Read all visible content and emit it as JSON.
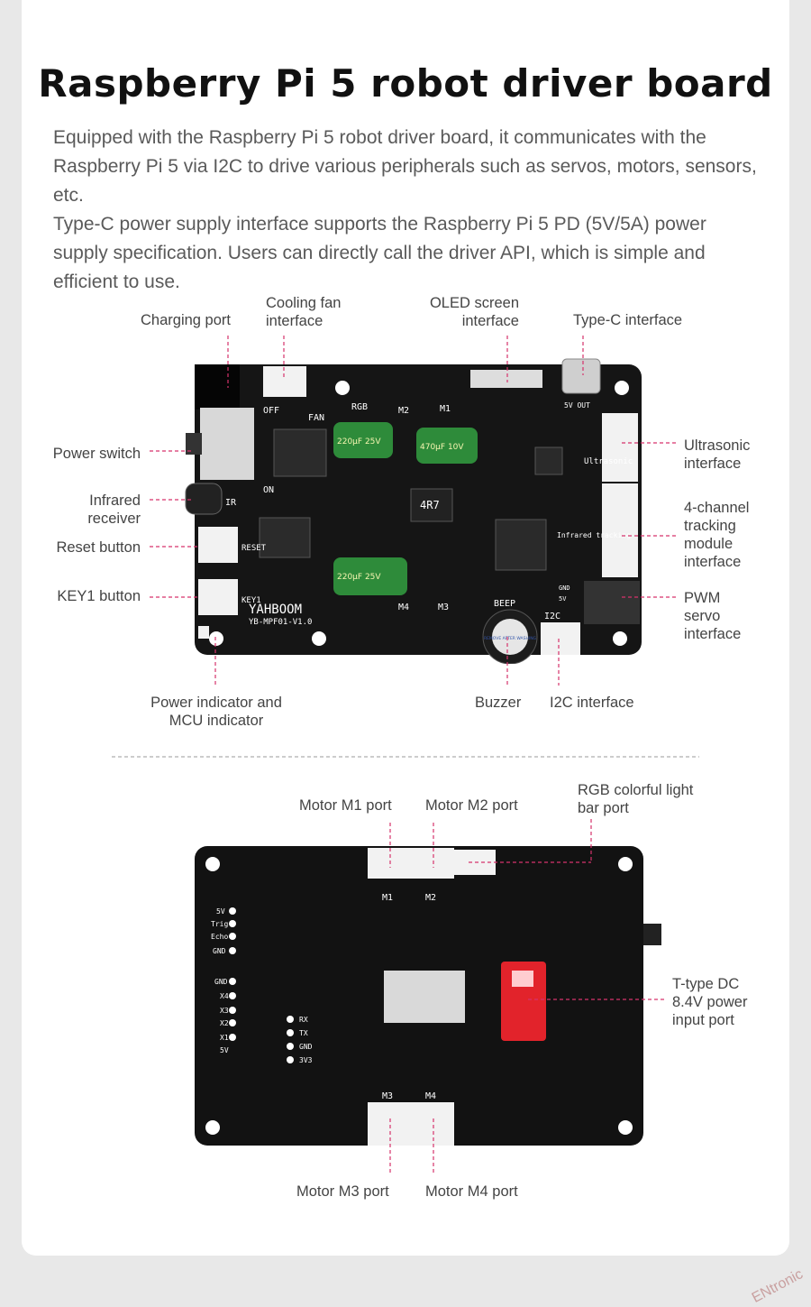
{
  "title": "Raspberry Pi 5 robot driver board",
  "intro": [
    "Equipped with the Raspberry Pi 5 robot driver board, it communicates with the Raspberry Pi 5 via I2C to drive various peripherals such as servos, motors, sensors, etc.",
    "Type-C power supply interface supports the Raspberry Pi 5 PD (5V/5A) power supply specification. Users can directly call the driver API, which is simple and efficient to use."
  ],
  "top_labels": {
    "charging_port": "Charging port",
    "cooling_fan": "Cooling fan\ninterface",
    "oled": "OLED screen\ninterface",
    "typec": "Type-C interface",
    "power_switch": "Power switch",
    "infrared": "Infrared\nreceiver",
    "reset": "Reset button",
    "key1": "KEY1 button",
    "ultrasonic": "Ultrasonic\ninterface",
    "tracking": "4-channel\ntracking\nmodule\ninterface",
    "pwm": "PWM\nservo\ninterface",
    "power_indicator": "Power indicator and\nMCU indicator",
    "buzzer": "Buzzer",
    "i2c": "I2C interface"
  },
  "bottom_labels": {
    "m1": "Motor M1 port",
    "m2": "Motor M2 port",
    "rgb": "RGB colorful light\nbar port",
    "tdc": "T-type DC\n8.4V power\ninput port",
    "m3": "Motor M3 port",
    "m4": "Motor M4 port"
  },
  "board_text": {
    "brand": "YAHBOOM",
    "model": "YB-MPF01-V1.0",
    "fan": "FAN",
    "rgb": "RGB",
    "off": "OFF",
    "on": "ON",
    "ir": "IR",
    "reset": "RESET",
    "key1": "KEY1",
    "m1": "M1",
    "m2": "M2",
    "m3": "M3",
    "m4": "M4",
    "ultrasonic": "Ultrasonic",
    "infrared_tracking": "Infrared tracking",
    "i2c": "I2C",
    "beep": "BEEP",
    "sv_out": "5V OUT",
    "gnd": "GND",
    "v5": "5V",
    "cap1": "220µF 25V",
    "cap2": "470µF 10V",
    "cap3": "220µF 25V",
    "inductor": "4R7",
    "buzzer_sticker": "REMOVE AFTER WASHING",
    "pin_5v": "5V",
    "pin_trig": "Trig",
    "pin_echo": "Echo",
    "pin_gnd": "GND",
    "pin_x4": "X4",
    "pin_x3": "X3",
    "pin_x2": "X2",
    "pin_x1": "X1",
    "pin_rx": "RX",
    "pin_tx": "TX",
    "pin_3v3": "3V3"
  },
  "watermark": "ENtronic",
  "colors": {
    "board": "#111111",
    "connector": "#f2f2f2",
    "capacitor": "#2e8b3a",
    "tdc": "#e2232b",
    "leader": "#d6336c"
  }
}
